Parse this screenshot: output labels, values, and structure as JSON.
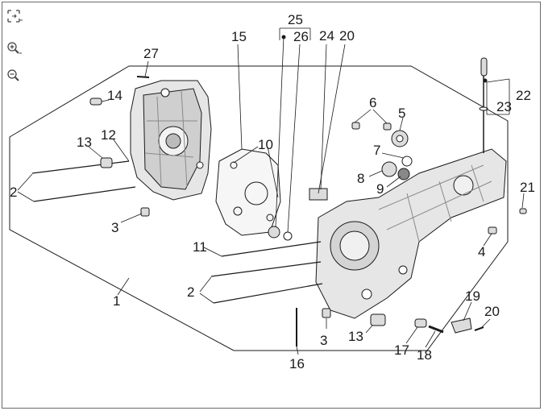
{
  "toolbar": {
    "icons": [
      "fit-to-window-icon",
      "zoom-in-icon",
      "zoom-out-icon"
    ]
  },
  "callouts": {
    "c1": "1",
    "c2a": "2",
    "c2b": "2",
    "c3a": "3",
    "c3b": "3",
    "c4": "4",
    "c5": "5",
    "c6": "6",
    "c7": "7",
    "c8": "8",
    "c9": "9",
    "c10": "10",
    "c11": "11",
    "c12": "12",
    "c13a": "13",
    "c13b": "13",
    "c14": "14",
    "c15": "15",
    "c16": "16",
    "c17": "17",
    "c18": "18",
    "c19": "19",
    "c20a": "20",
    "c20b": "20",
    "c21": "21",
    "c22": "22",
    "c23": "23",
    "c24": "24",
    "c25": "25",
    "c26": "26",
    "c27": "27"
  },
  "colors": {
    "line": "#1a1a1a",
    "part_fill": "#e8e8e8",
    "part_shade": "#b5b5b5",
    "frame": "#6b6b6b"
  }
}
